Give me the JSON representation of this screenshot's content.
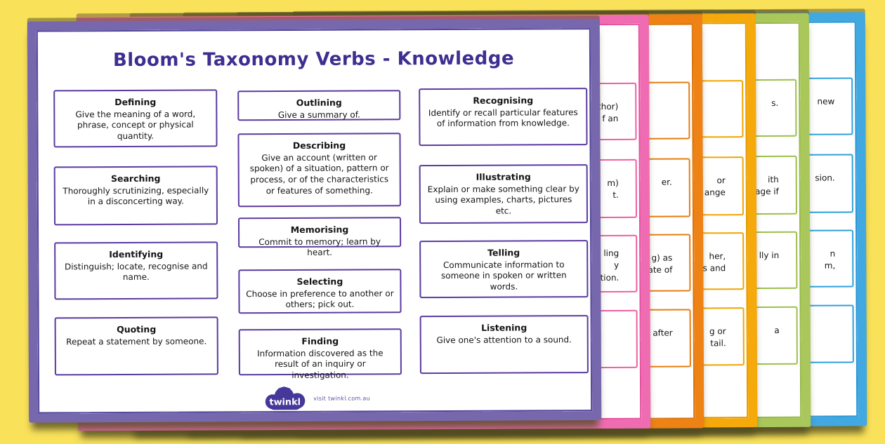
{
  "page": {
    "background_color": "#f9e25a",
    "description": "Stack of Bloom's Taxonomy verb posters, Knowledge poster on top"
  },
  "front_card": {
    "title": "Bloom's Taxonomy Verbs - Knowledge",
    "border_color": "#7768ae",
    "box_border_color": "#5b3aa0",
    "title_color": "#3f2d91",
    "columns": [
      {
        "boxes": [
          {
            "term": "Defining",
            "definition": "Give the meaning of a word, phrase, concept or physical quantity."
          },
          {
            "term": "Searching",
            "definition": "Thoroughly scrutinizing, especially in a disconcerting way."
          },
          {
            "term": "Identifying",
            "definition": "Distinguish; locate, recognise and name."
          },
          {
            "term": "Quoting",
            "definition": "Repeat a statement by someone."
          }
        ]
      },
      {
        "boxes": [
          {
            "term": "Outlining",
            "definition": "Give a summary of."
          },
          {
            "term": "Describing",
            "definition": "Give an account (written or spoken) of a situation, pattern or process, or of the characteristics or features of something."
          },
          {
            "term": "Memorising",
            "definition": "Commit to memory; learn by heart."
          },
          {
            "term": "Selecting",
            "definition": "Choose in preference to another or others; pick out."
          },
          {
            "term": "Finding",
            "definition": "Information discovered as the result of an inquiry or investigation."
          }
        ]
      },
      {
        "boxes": [
          {
            "term": "Recognising",
            "definition": "Identify or recall particular features of information from knowledge."
          },
          {
            "term": "Illustrating",
            "definition": "Explain or make something clear by using examples, charts, pictures etc."
          },
          {
            "term": "Telling",
            "definition": "Communicate information to someone in spoken or written words."
          },
          {
            "term": "Listening",
            "definition": "Give one's attention to a sound."
          }
        ]
      }
    ],
    "logo": {
      "brand": "twinkl",
      "caption": "visit twinkl.com.au"
    }
  },
  "stacked_cards": [
    {
      "name": "pink",
      "color": "#ef6cb2",
      "boxes": [
        {
          "lines": [
            "thor)",
            "f an"
          ]
        },
        {
          "lines": [
            "m)",
            "t."
          ]
        },
        {
          "lines": [
            "ling",
            "y",
            "ation."
          ]
        },
        {
          "lines": []
        }
      ]
    },
    {
      "name": "orange",
      "color": "#ee8214",
      "boxes": [
        {
          "lines": []
        },
        {
          "lines": [
            "er."
          ]
        },
        {
          "lines": [
            "g) as",
            "ate of"
          ]
        },
        {
          "lines": [
            "after"
          ]
        }
      ]
    },
    {
      "name": "amber",
      "color": "#f6a90b",
      "boxes": [
        {
          "lines": []
        },
        {
          "lines": [
            "or",
            "ange"
          ]
        },
        {
          "lines": [
            "her,",
            "s and"
          ]
        },
        {
          "lines": [
            "g or",
            "tail."
          ]
        }
      ]
    },
    {
      "name": "green",
      "color": "#a9c75b",
      "boxes": [
        {
          "lines": [
            "s."
          ]
        },
        {
          "lines": [
            "ith",
            "age if"
          ]
        },
        {
          "lines": [
            "lly in"
          ]
        },
        {
          "lines": [
            "a"
          ]
        }
      ]
    },
    {
      "name": "blue",
      "color": "#41a8e1",
      "boxes": [
        {
          "lines": [
            "new"
          ]
        },
        {
          "lines": [
            "sion."
          ]
        },
        {
          "lines": [
            "n",
            "m,"
          ]
        },
        {
          "lines": []
        }
      ]
    }
  ]
}
